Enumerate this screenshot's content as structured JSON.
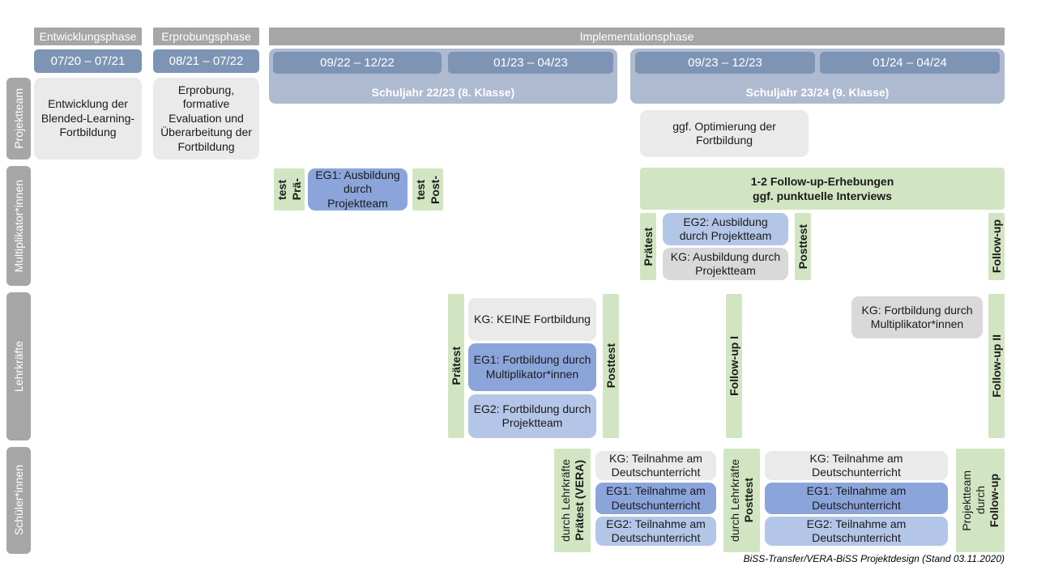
{
  "diagram": {
    "title": "BiSS-Transfer/VERA-BiSS Projektdesign",
    "footer": "BiSS-Transfer/VERA-BiSS Projektdesign (Stand 03.11.2020)",
    "colors": {
      "phase_header": "#a6a6a6",
      "date_bar": "#7d94b4",
      "year_band": "#aebad0",
      "green": "#d2e5c2",
      "grey_card": "#eaeaea",
      "grey_card_dark": "#d9d9d9",
      "blue_dark": "#8ba5db",
      "blue_light": "#b4c6e7"
    }
  },
  "phases": [
    {
      "label": "Entwicklungsphase"
    },
    {
      "label": "Erprobungsphase"
    },
    {
      "label": "Implementationsphase"
    }
  ],
  "periods": [
    {
      "label": "07/20 – 07/21"
    },
    {
      "label": "08/21 – 07/22"
    },
    {
      "label": "09/22 – 12/22"
    },
    {
      "label": "01/23 – 04/23"
    },
    {
      "label": "09/23 – 12/23"
    },
    {
      "label": "01/24 – 04/24"
    }
  ],
  "school_years": [
    {
      "label": "Schuljahr 22/23 (8. Klasse)"
    },
    {
      "label": "Schuljahr 23/24 (9. Klasse)"
    }
  ],
  "rows": [
    {
      "id": "projektteam",
      "label": "Projektteam"
    },
    {
      "id": "multiplikatoren",
      "label": "Multiplikator*innen"
    },
    {
      "id": "lehrkraefte",
      "label": "Lehrkräfte"
    },
    {
      "id": "schueler",
      "label": "Schüler*innen"
    }
  ],
  "projektteam": {
    "entwicklung": "Entwicklung der Blended-Learning-Fortbildung",
    "erprobung": "Erprobung, formative Evaluation und Überarbeitung der Fortbildung",
    "optimierung": "ggf. Optimierung der Fortbildung"
  },
  "multiplikatoren": {
    "praetest_line1": "Prä-",
    "praetest_line2": "test",
    "posttest_line1": "Post-",
    "posttest_line2": "test",
    "eg1": "EG1: Ausbildung durch Projektteam",
    "followup_banner_line1": "1-2 Follow-up-Erhebungen",
    "followup_banner_line2": "ggf. punktuelle Interviews",
    "praetest2": "Prätest",
    "posttest2": "Posttest",
    "eg2": "EG2:  Ausbildung durch Projektteam",
    "kg": "KG: Ausbildung durch Projektteam",
    "followup": "Follow-up"
  },
  "lehrkraefte": {
    "praetest": "Prätest",
    "posttest": "Posttest",
    "kg_keine": "KG:  KEINE Fortbildung",
    "eg1": "EG1: Fortbildung durch Multiplikator*innen",
    "eg2": "EG2: Fortbildung durch Projektteam",
    "followup1": "Follow-up I",
    "followup2": "Follow-up II",
    "kg_fortbildung": "KG: Fortbildung durch Multiplikator*innen"
  },
  "schueler": {
    "praetest_bold": "Prätest (VERA)",
    "praetest_reg": "durch Lehrkräfte",
    "posttest_bold": "Posttest",
    "posttest_reg": "durch Lehrkräfte",
    "followup_bold": "Follow-up",
    "followup_reg1": "durch",
    "followup_reg2": "Projektteam",
    "kg_1": "KG: Teilnahme am Deutschunterricht",
    "eg1_1": "EG1: Teilnahme am Deutschunterricht",
    "eg2_1": "EG2: Teilnahme am Deutschunterricht",
    "kg_2": "KG: Teilnahme am Deutschunterricht",
    "eg1_2": "EG1: Teilnahme am Deutschunterricht",
    "eg2_2": "EG2: Teilnahme am Deutschunterricht"
  }
}
